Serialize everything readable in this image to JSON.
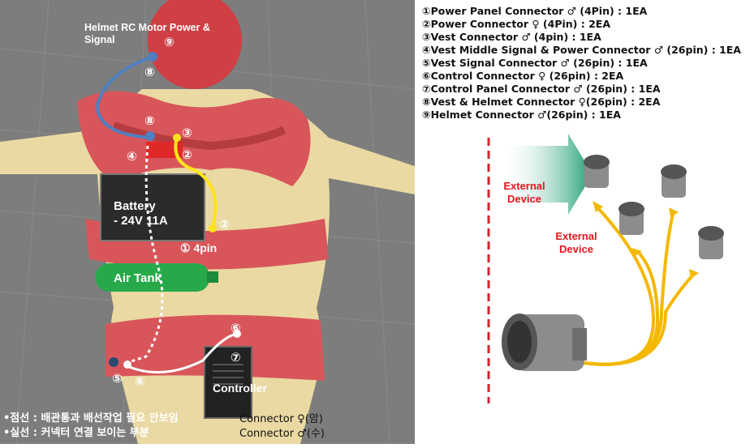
{
  "left_panel": {
    "helmet_label": "Helmet RC Motor Power & Signal",
    "battery_label_1": "Battery",
    "battery_label_2": "- 24V 11A",
    "pin_label": "① 4pin",
    "air_tank_label": "Air Tank",
    "controller_label": "Controller",
    "markers": [
      "⑨",
      "⑧",
      "⑧",
      "④",
      "③",
      "②",
      "②",
      "⑥",
      "⑦",
      "⑤",
      "⑥"
    ],
    "notes": [
      "•점선 : 배관통과 배선작업 필요 안보임",
      "•실선 : 커넥터 연결 보이는 부분"
    ],
    "connector_female": "Connector ♀(암)",
    "connector_male": "Connector ♂(수)"
  },
  "legend": [
    "①Power Panel Connector ♂ (4Pin) : 1EA",
    "②Power Connector ♀ (4Pin) : 2EA",
    "③Vest Connector ♂ (4pin) : 1EA",
    "④Vest Middle Signal & Power Connector ♂ (26pin) : 1EA",
    "⑤Vest Signal Connector ♂ (26pin) : 1EA",
    "⑥Control Connector ♀ (26pin) : 2EA",
    "⑦Control  Panel Connector ♂ (26pin) : 1EA",
    "⑧Vest & Helmet Connector ♀(26pin) : 2EA",
    "⑨Helmet Connector ♂(26pin) : 1EA"
  ],
  "right_panel": {
    "external_device_1": "External Device",
    "external_device_2": "External Device"
  },
  "colors": {
    "blue_cable": "#4f7fc0",
    "yellow_cable": "#ffe31a",
    "vest": "#d8565a",
    "body": "#e9d9a3",
    "arrow": "#1a9b72",
    "cable_orange": "#f4b800",
    "dashed_line": "#d0262c"
  }
}
